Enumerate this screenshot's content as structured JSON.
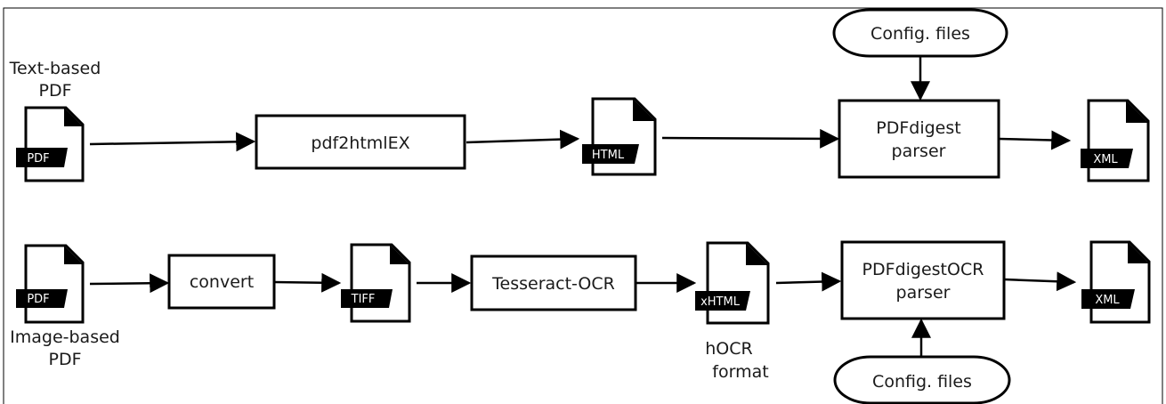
{
  "top_row": {
    "input_caption": [
      "Text-based",
      "PDF"
    ],
    "input_doc": "PDF",
    "tool": "pdf2htmlEX",
    "intermediate_doc": "HTML",
    "parser": [
      "PDFdigest",
      "parser"
    ],
    "output_doc": "XML",
    "config": "Config. files"
  },
  "bottom_row": {
    "input_caption": [
      "Image-based",
      "PDF"
    ],
    "input_doc": "PDF",
    "convert": "convert",
    "tiff_doc": "TIFF",
    "ocr": "Tesseract-OCR",
    "xhtml_doc": "xHTML",
    "xhtml_caption": [
      "hOCR",
      "format"
    ],
    "parser": [
      "PDFdigestOCR",
      "parser"
    ],
    "output_doc": "XML",
    "config": "Config. files"
  }
}
